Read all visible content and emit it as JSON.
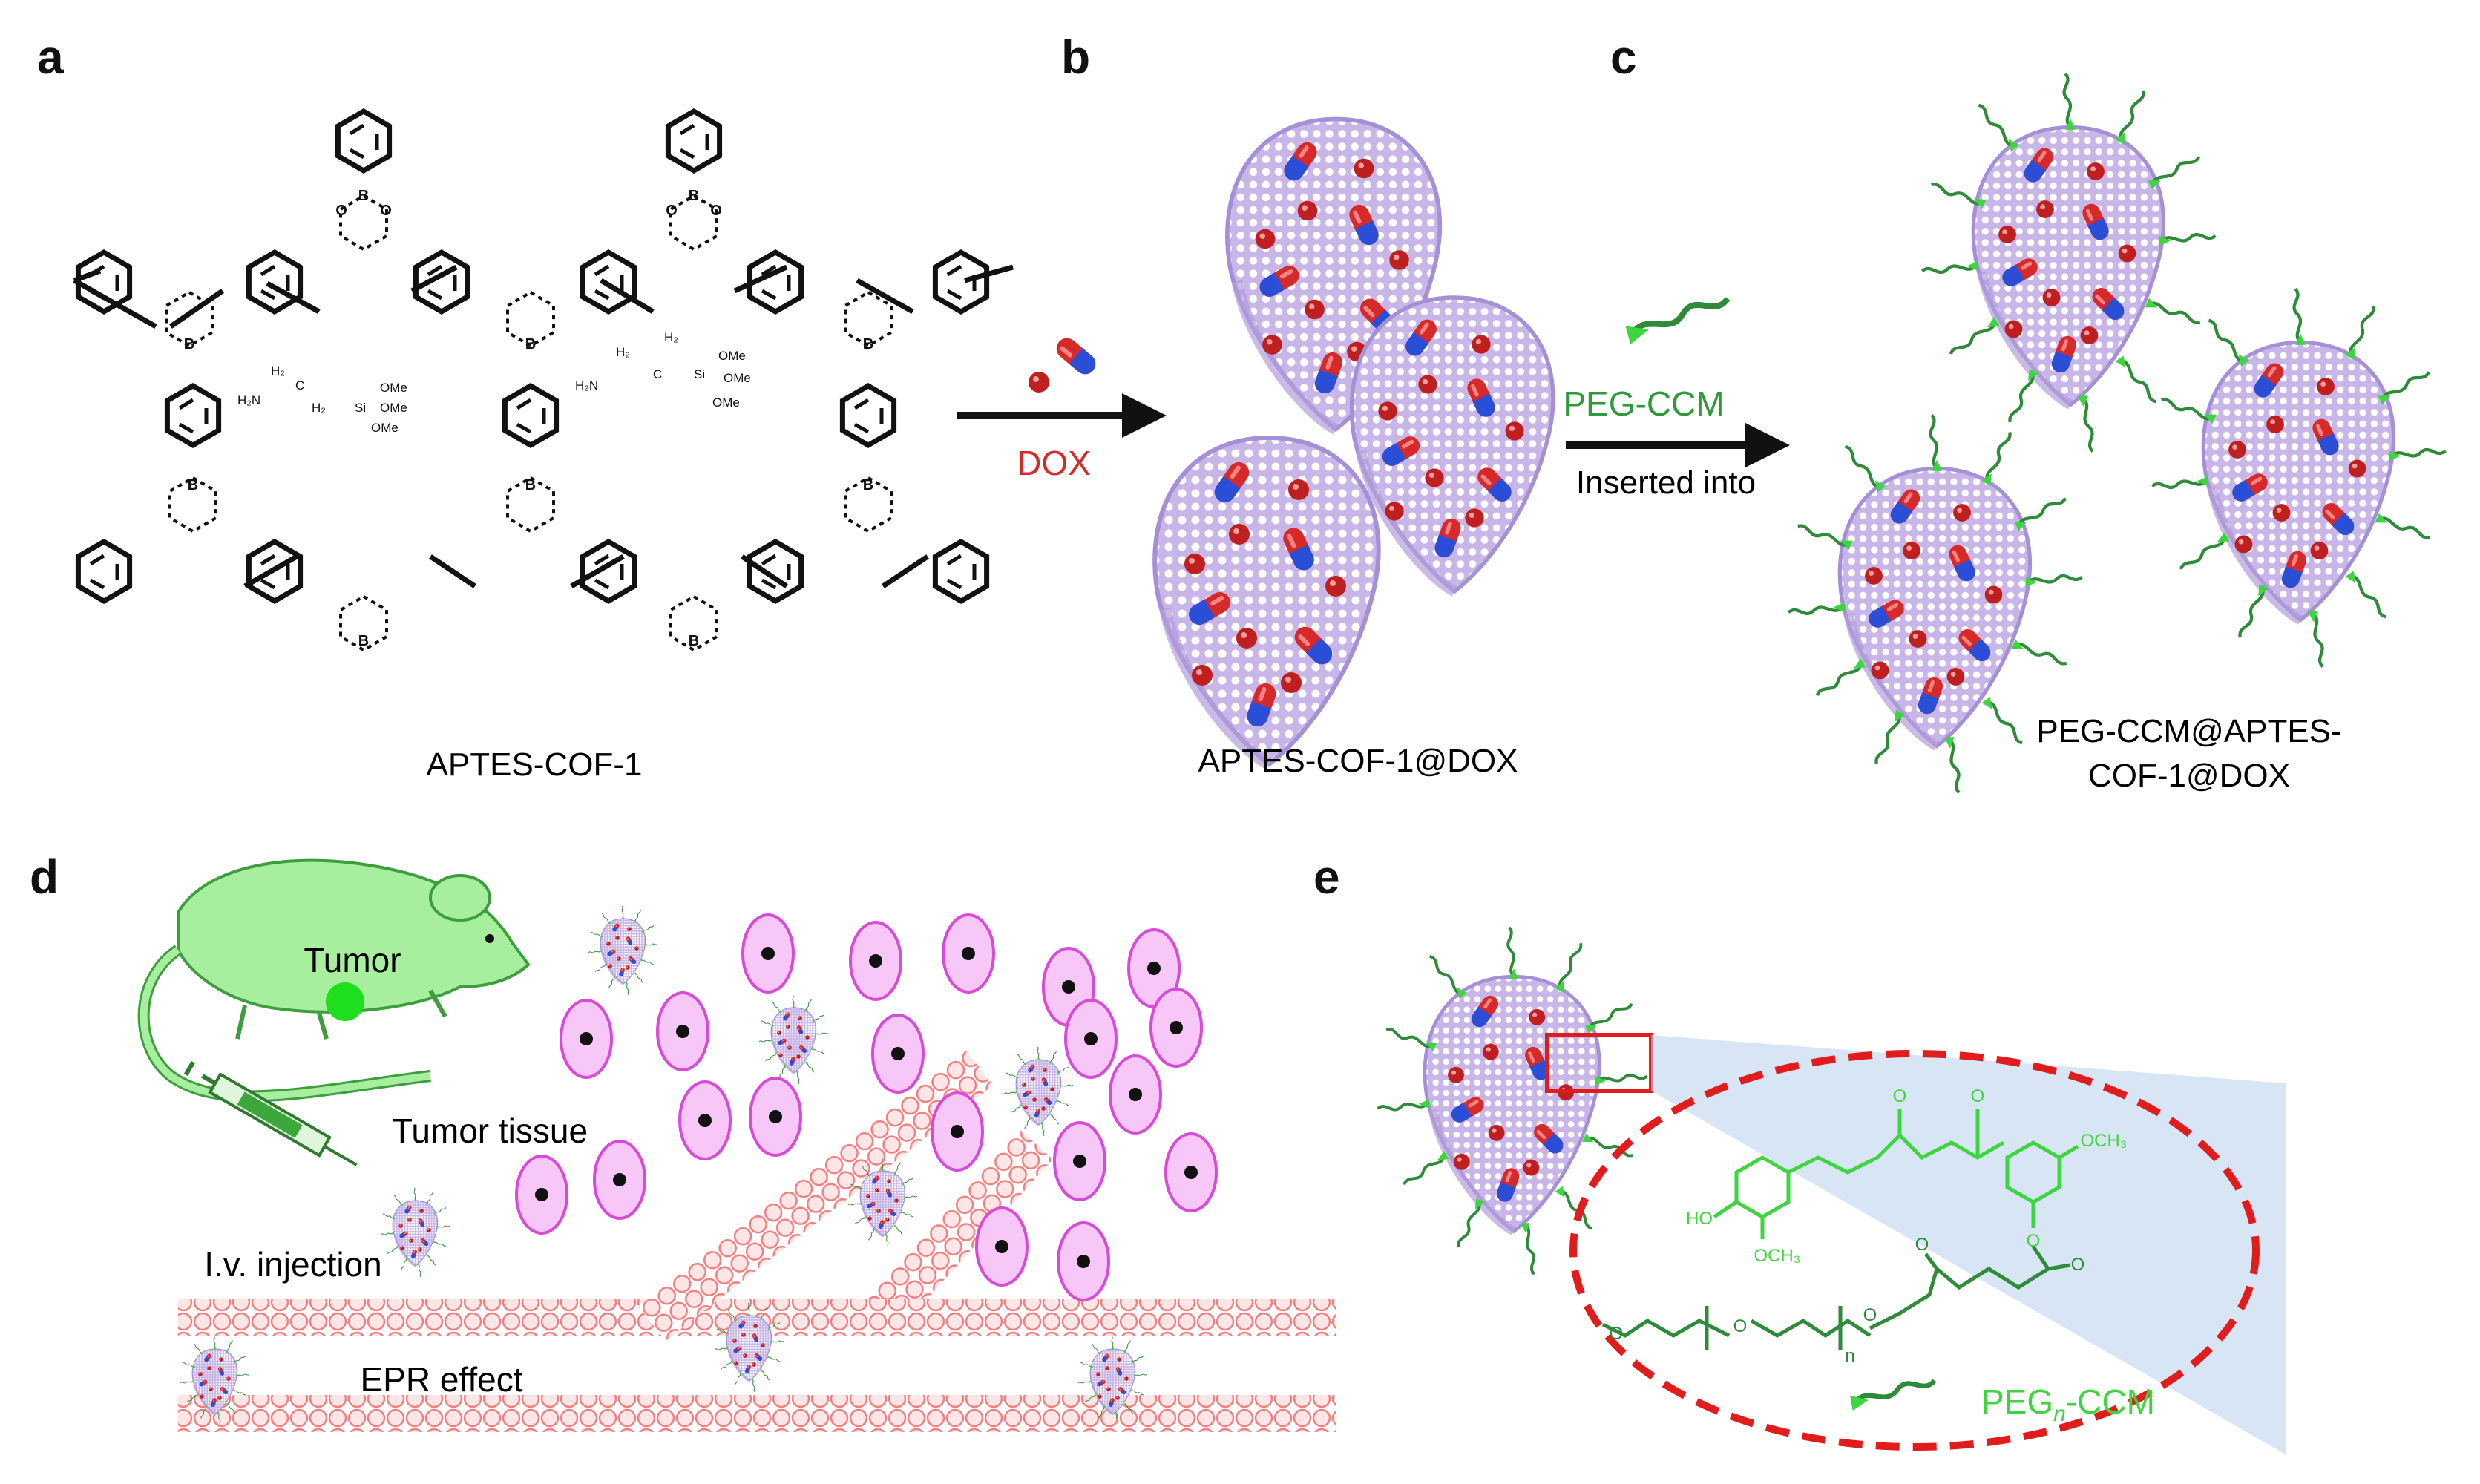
{
  "panels": {
    "a": {
      "letter": "a",
      "caption": "APTES-COF-1",
      "boron": "B",
      "oxygen": "O",
      "amine_label": "H₂N",
      "ch2": "H₂",
      "carbon": "C",
      "silicon": "Si",
      "ome": "OMe"
    },
    "b": {
      "letter": "b",
      "reagent": "DOX",
      "caption": "APTES-COF-1@DOX"
    },
    "c": {
      "letter": "c",
      "reagent": "PEG-CCM",
      "arrow_text": "Inserted into",
      "caption_line1": "PEG-CCM@APTES-",
      "caption_line2": "COF-1@DOX"
    },
    "d": {
      "letter": "d",
      "tumor": "Tumor",
      "tumor_tissue": "Tumor tissue",
      "injection": "I.v. injection",
      "epr": "EPR effect"
    },
    "e": {
      "letter": "e",
      "och3_top": "OCH₃",
      "ho": "HO",
      "och3_bottom": "OCH₃",
      "o": "O",
      "n": "n",
      "peg_label_prefix": "PEG",
      "peg_label_sub": "n",
      "peg_label_suffix": "-CCM"
    }
  },
  "colors": {
    "dox_red": "#d42a2a",
    "peg_green": "#2e9a3a",
    "ccm_green": "#3ed63e",
    "cof_purple": "#c7b4e6",
    "cell_pink": "#e05ee0",
    "vessel_pink": "#f07c7c",
    "mouse_green": "#8fe08f",
    "highlight_red": "#e01c1c"
  }
}
